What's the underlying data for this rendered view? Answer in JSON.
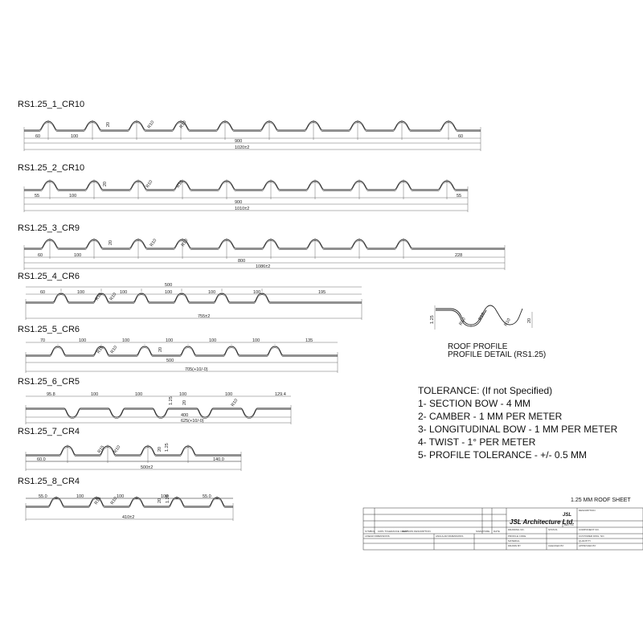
{
  "profiles": [
    {
      "name": "RS1.25_1_CR10",
      "dims": [
        "60",
        "100",
        "20",
        "R10",
        "R10",
        "900",
        "60",
        "1020±2"
      ]
    },
    {
      "name": "RS1.25_2_CR10",
      "dims": [
        "55",
        "100",
        "20",
        "R10",
        "R10",
        "900",
        "55",
        "1010±2"
      ]
    },
    {
      "name": "RS1.25_3_CR9",
      "dims": [
        "60",
        "100",
        "20",
        "R10",
        "R10",
        "800",
        "228",
        "1086±2"
      ]
    },
    {
      "name": "RS1.25_4_CR6",
      "dims": [
        "500",
        "60",
        "100",
        "100",
        "100",
        "100",
        "100",
        "195",
        "R15",
        "R10",
        "755±2"
      ]
    },
    {
      "name": "RS1.25_5_CR6",
      "dims": [
        "70",
        "100",
        "100",
        "100",
        "100",
        "100",
        "135",
        "R15",
        "R10",
        "20",
        "500",
        "705(+10/-0)"
      ]
    },
    {
      "name": "RS1.25_6_CR5",
      "dims": [
        "95.8",
        "100",
        "100",
        "100",
        "100",
        "129.4",
        "1.25",
        "20",
        "R10",
        "400",
        "625(+10/-0)"
      ]
    },
    {
      "name": "RS1.25_7_CR4",
      "dims": [
        "R10",
        "1.25",
        "20",
        "R15",
        "60.0",
        "140.0",
        "500±2"
      ]
    },
    {
      "name": "RS1.25_8_CR4",
      "dims": [
        "55.0",
        "100",
        "100",
        "100",
        "55.0",
        "1.25",
        "20",
        "R15",
        "R10",
        "410±2"
      ]
    }
  ],
  "detail": {
    "dims": [
      "1.25",
      "R10",
      "R10",
      "R10",
      "20"
    ],
    "caption_line1": "ROOF PROFILE",
    "caption_line2": "PROFILE DETAIL (RS1.25)"
  },
  "tolerance": {
    "heading": "TOLERANCE: (If not Specified)",
    "items": [
      "1- SECTION BOW - 4 MM",
      "2- CAMBER - 1 MM PER METER",
      "3- LONGITUDINAL BOW - 1 MM PER METER",
      "4- TWIST - 1° PER METER",
      "5- PROFILE TOLERANCE - +/- 0.5 MM"
    ]
  },
  "title_block": {
    "drawing_title": "1.25 MM ROOF SHEET",
    "company": "JSL Architecture Ltd.",
    "logo_text": "JSL",
    "description_label": "DESCRIPTION",
    "labels": [
      "DRAWING NO.",
      "STATUS",
      "REV. No.",
      "COMPONENT NO.",
      "PROFILE CODE",
      "CUSTOMER DWG. NO.",
      "QUANTITY",
      "MATERIAL",
      "DRAWN BY",
      "CHECKED BY",
      "APPROVED BY",
      "REVISION DESCRIPTION",
      "SIGNATURE",
      "DATE",
      "ANGULAR DIMENSIONS",
      "LINEAR DIMENSIONS",
      "100% TOLERANCE CHART",
      "SYMBOL"
    ]
  }
}
